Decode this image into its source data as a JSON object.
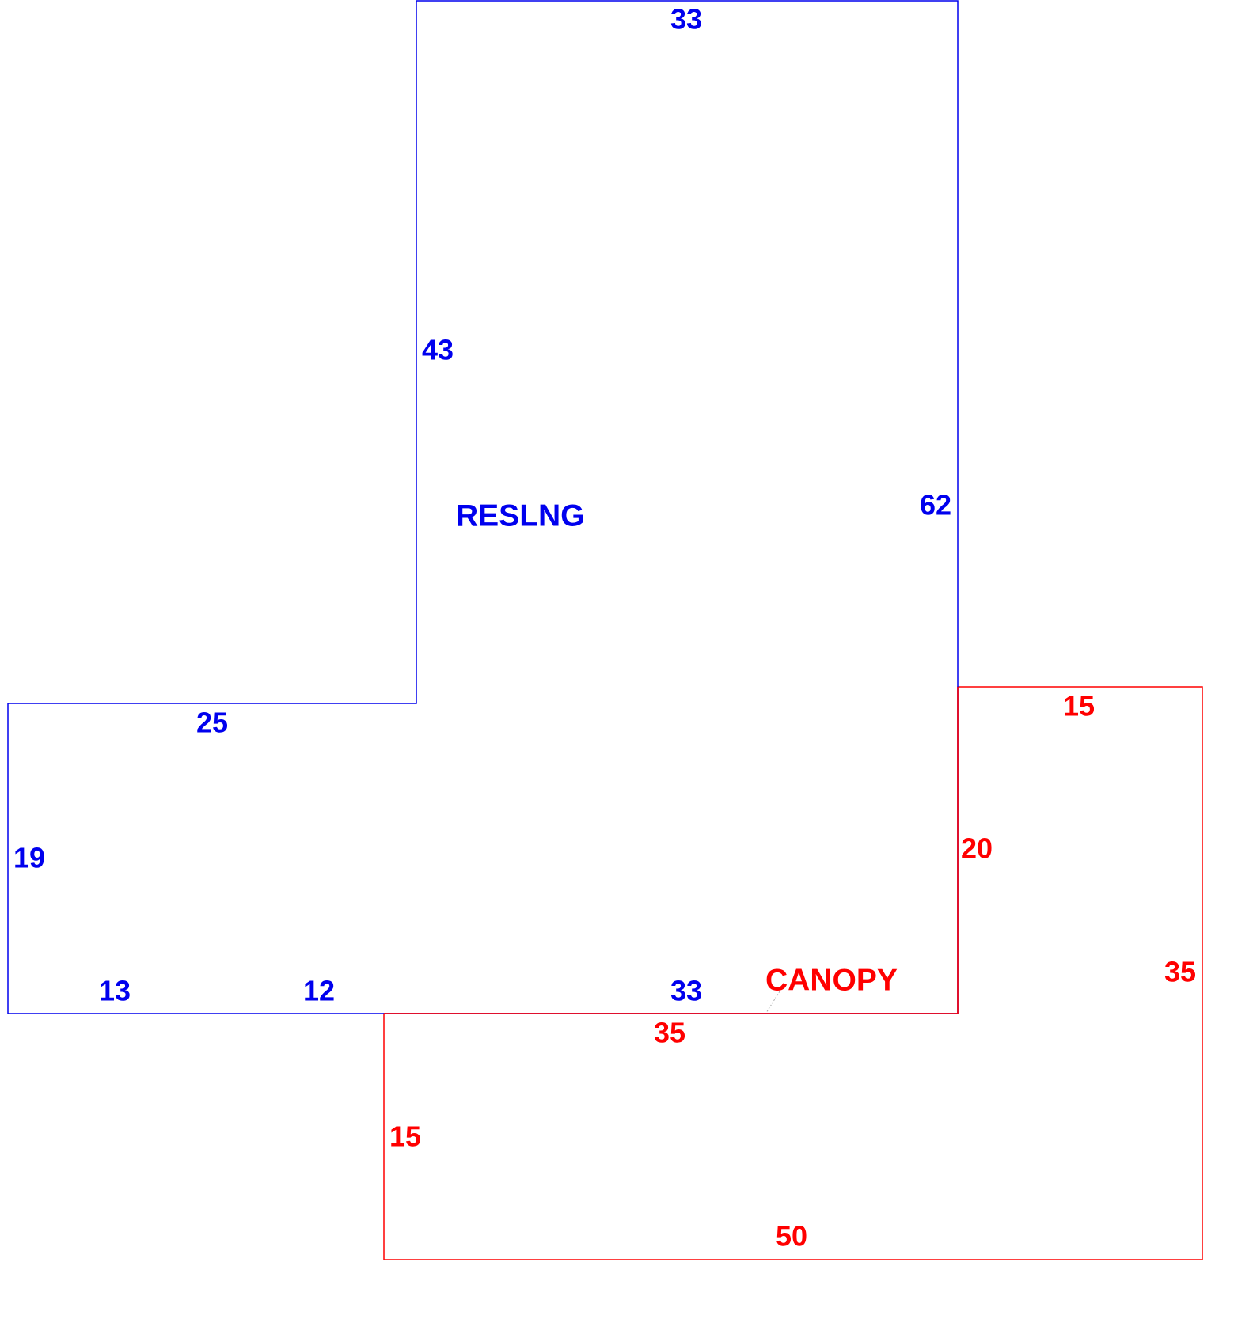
{
  "colors": {
    "resling": "#0000ee",
    "canopy": "#ff0000",
    "background": "#ffffff",
    "leader": "#aaaaaa"
  },
  "areas": {
    "resling": {
      "label": "RESLNG",
      "dimensions": {
        "top": "33",
        "left_upper": "43",
        "right": "62",
        "step_top": "25",
        "left_lower": "19",
        "bottom_left": "13",
        "bottom_mid": "12",
        "bottom_right": "33"
      }
    },
    "canopy": {
      "label": "CANOPY",
      "dimensions": {
        "top": "15",
        "left_upper": "20",
        "right": "35",
        "mid_top": "35",
        "left_lower": "15",
        "bottom": "50"
      }
    }
  }
}
